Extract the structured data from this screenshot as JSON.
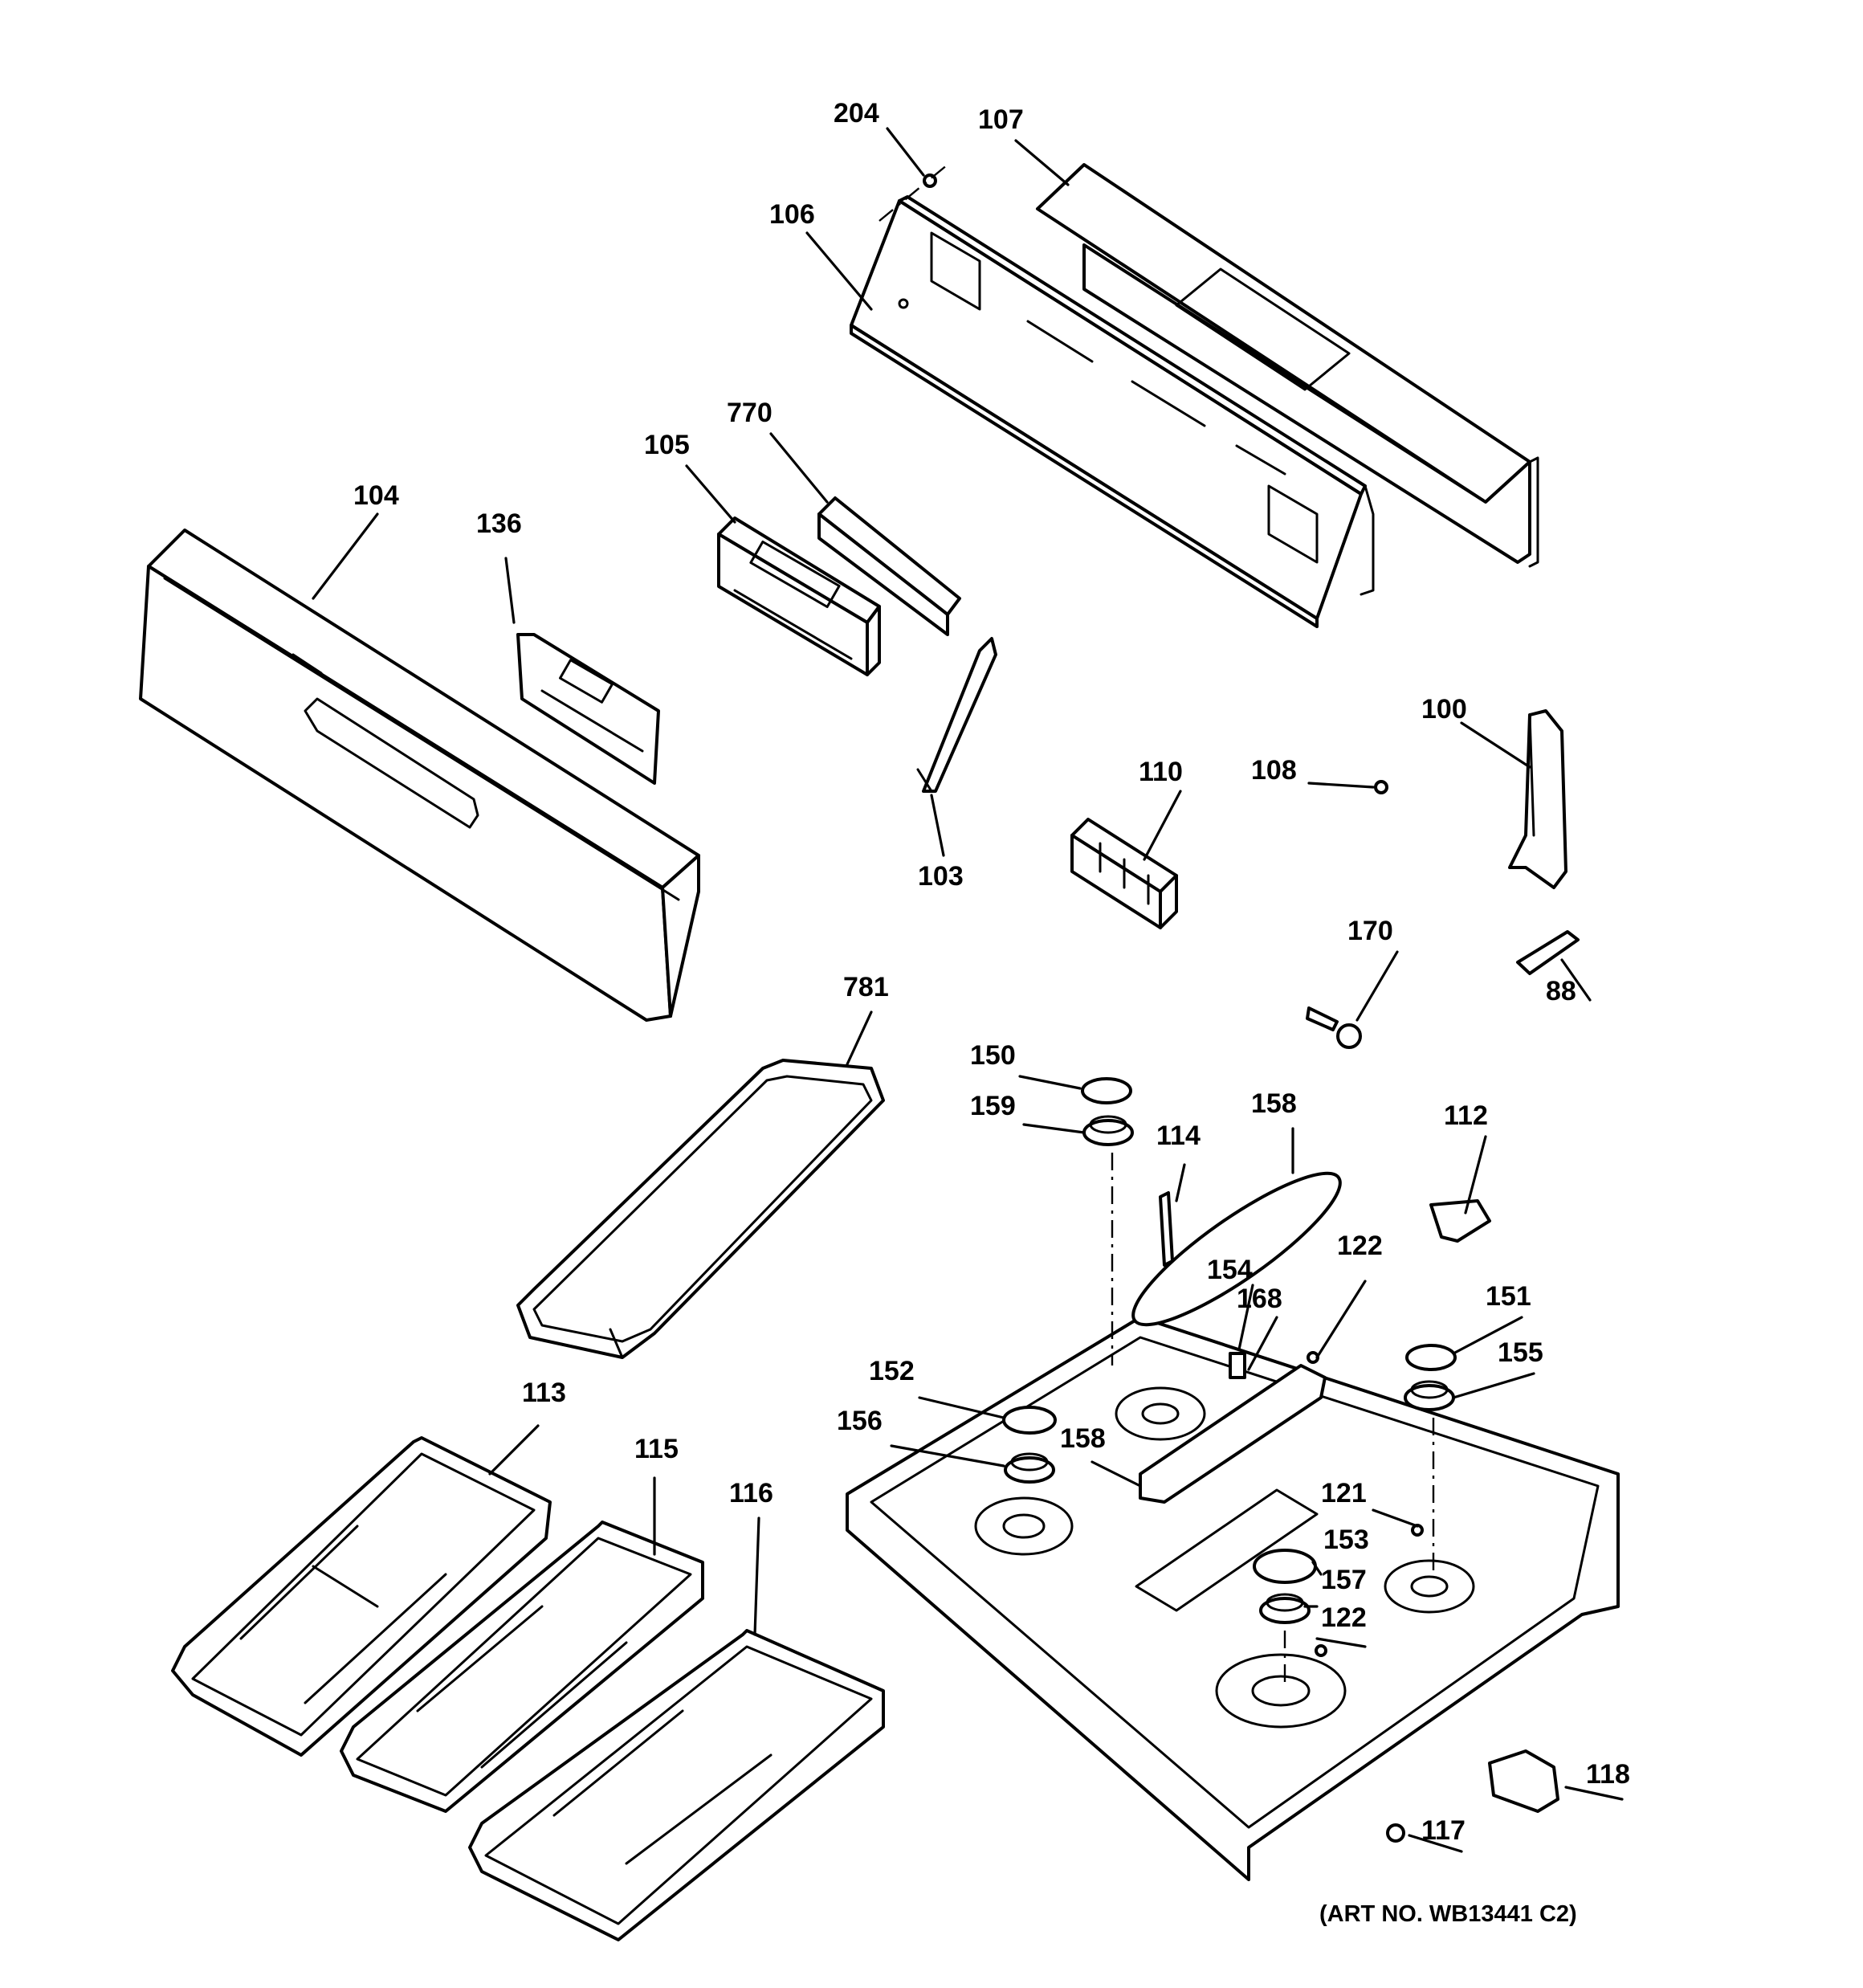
{
  "callouts": {
    "c204": "204",
    "c107": "107",
    "c106": "106",
    "c770": "770",
    "c105": "105",
    "c104": "104",
    "c136": "136",
    "c103": "103",
    "c100": "100",
    "c108": "108",
    "c110": "110",
    "c170": "170",
    "c88": "88",
    "c781": "781",
    "c150": "150",
    "c159": "159",
    "c158a": "158",
    "c114": "114",
    "c112": "112",
    "c122a": "122",
    "c154": "154",
    "c168": "168",
    "c151": "151",
    "c155": "155",
    "c152": "152",
    "c156": "156",
    "c158b": "158",
    "c121": "121",
    "c153": "153",
    "c157": "157",
    "c122b": "122",
    "c113": "113",
    "c115": "115",
    "c116": "116",
    "c118": "118",
    "c117": "117"
  },
  "art_number": "(ART NO. WB13441 C2)"
}
